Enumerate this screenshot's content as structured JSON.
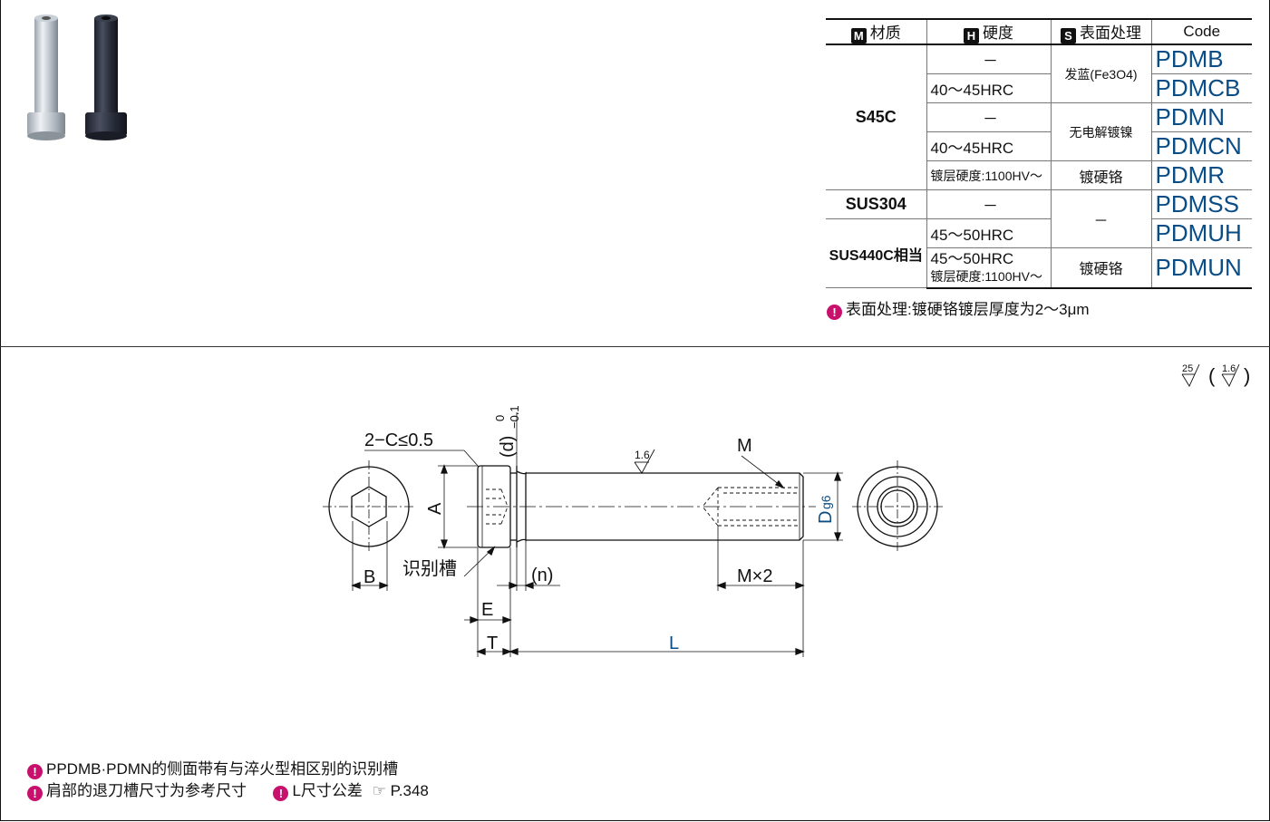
{
  "table": {
    "headers": [
      {
        "badge": "M",
        "label": "材质"
      },
      {
        "badge": "H",
        "label": "硬度"
      },
      {
        "badge": "S",
        "label": "表面处理"
      },
      {
        "badge": "",
        "label": "Code"
      }
    ],
    "materials": {
      "s45c": "S45C",
      "sus304": "SUS304",
      "sus440c": "SUS440C相当"
    },
    "rows": [
      {
        "hardness": "－",
        "surface": "发蓝(Fe3O4)",
        "code": "PDMB"
      },
      {
        "hardness": "40～45HRC",
        "code": "PDMCB"
      },
      {
        "hardness": "－",
        "surface": "无电解镀镍",
        "code": "PDMN"
      },
      {
        "hardness": "40～45HRC",
        "code": "PDMCN"
      },
      {
        "hardness": "镀层硬度:1100HV～",
        "surface": "镀硬铬",
        "code": "PDMR"
      },
      {
        "hardness": "－",
        "surface": "－",
        "code": "PDMSS"
      },
      {
        "hardness": "45～50HRC",
        "code": "PDMUH"
      },
      {
        "hardness": "45～50HRC",
        "hardness2": "镀层硬度:1100HV～",
        "surface": "镀硬铬",
        "code": "PDMUN"
      }
    ]
  },
  "table_note": "表面处理:镀硬铬镀层厚度为2～3μm",
  "note_icon": "!",
  "surface_symbol": {
    "main": "25",
    "paren": "1.6"
  },
  "drawing": {
    "chamfer": "2−C≤0.5",
    "d_label": "(d)",
    "d_tol_top": "0",
    "d_tol_bottom": "−0.1",
    "roughness": "1.6",
    "M": "M",
    "A": "A",
    "D": "D",
    "D_sub": "g6",
    "B": "B",
    "groove": "识别槽",
    "n": "(n)",
    "Mx2": "M×2",
    "E": "E",
    "T": "T",
    "L": "L"
  },
  "footer": {
    "line1": "PPDMB·PDMN的侧面带有与淬火型相区别的识别槽",
    "line2a": "肩部的退刀槽尺寸为参考尺寸",
    "line2b": "L尺寸公差",
    "page_ref_icon": "☞",
    "page_ref": "P.348"
  },
  "colors": {
    "code_blue": "#0a4c86",
    "note_magenta": "#c8116c"
  }
}
